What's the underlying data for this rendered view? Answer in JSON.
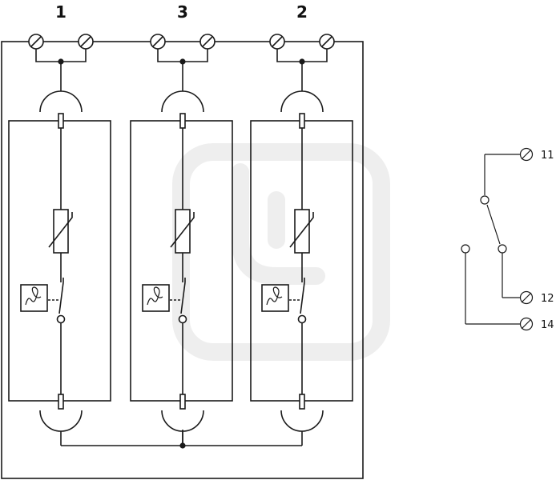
{
  "phase_labels": [
    "1",
    "3",
    "2"
  ],
  "contact_labels": {
    "common": "11",
    "nc": "12",
    "no": "14"
  },
  "icons": {
    "terminal": "screw-terminal-icon",
    "varistor": "varistor-icon",
    "thermal_disconnector": "thermal-disconnector-icon",
    "fork_contact": "fork-contact-icon"
  },
  "colors": {
    "line": "#1a1a1a",
    "background": "#ffffff",
    "watermark": "#eeeeee"
  }
}
